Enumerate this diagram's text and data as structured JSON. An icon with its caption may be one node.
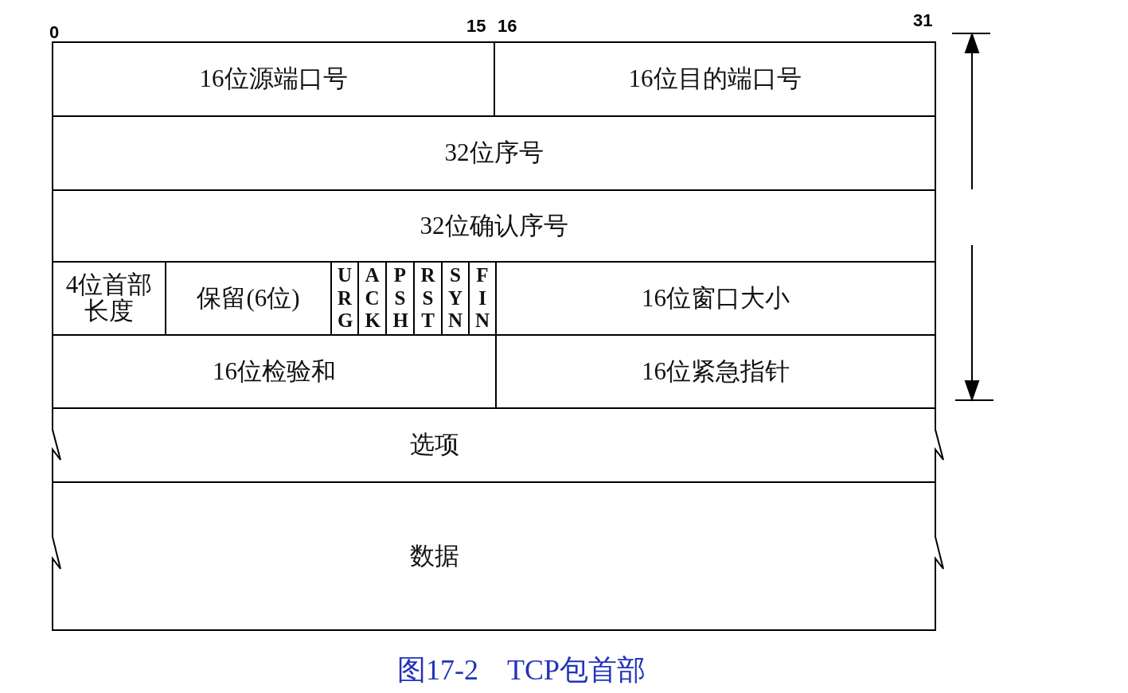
{
  "diagram": {
    "caption": "图17-2　TCP包首部",
    "nodes": [
      {
        "text": [
          "16位源端口号"
        ]
      },
      {
        "text": [
          "16位目的端口号"
        ]
      },
      {
        "text": [
          "32位序号"
        ]
      },
      {
        "text": [
          "32位确认序号"
        ]
      },
      {
        "text": [
          "4位首部长度"
        ]
      },
      {
        "text": [
          "保留(6位)"
        ]
      },
      {
        "text": [
          "U R G"
        ]
      },
      {
        "text": [
          "A C K"
        ]
      },
      {
        "text": [
          "P S H"
        ]
      },
      {
        "text": [
          "R S T"
        ]
      },
      {
        "text": [
          "S Y N"
        ]
      },
      {
        "text": [
          "F I N"
        ]
      },
      {
        "text": [
          "16位窗口大小"
        ]
      },
      {
        "text": [
          "16位检验和"
        ]
      },
      {
        "text": [
          "16位紧急指针"
        ]
      },
      {
        "text": [
          "选项"
        ]
      },
      {
        "text": [
          "数据"
        ]
      }
    ],
    "labels": [
      "0",
      "15",
      "16",
      "31"
    ]
  }
}
